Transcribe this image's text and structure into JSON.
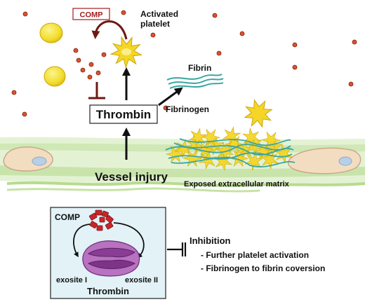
{
  "labels": {
    "comp_top": "COMP",
    "activated_platelet_line1": "Activated",
    "activated_platelet_line2": "platelet",
    "fibrin": "Fibrin",
    "fibrinogen": "Fibrinogen",
    "thrombin": "Thrombin",
    "vessel_injury": "Vessel injury",
    "exposed_ecm": "Exposed extracellular matrix"
  },
  "inset": {
    "comp": "COMP",
    "exosite_1": "exosite I",
    "exosite_2": "exosite II",
    "thrombin": "Thrombin"
  },
  "inhibition": {
    "title": "Inhibition",
    "items": [
      "- Further platelet activation",
      "- Fibrinogen to fibrin coversion"
    ]
  },
  "colors": {
    "comp_red": "#a51c1c",
    "platelet_yellow": "#f4d21f",
    "fibrin_teal": "#3aa6a0",
    "vessel_green": "#cfe8b5",
    "thrombin_purple": "#9a4fa6",
    "inset_bg": "#e2f2f7"
  }
}
